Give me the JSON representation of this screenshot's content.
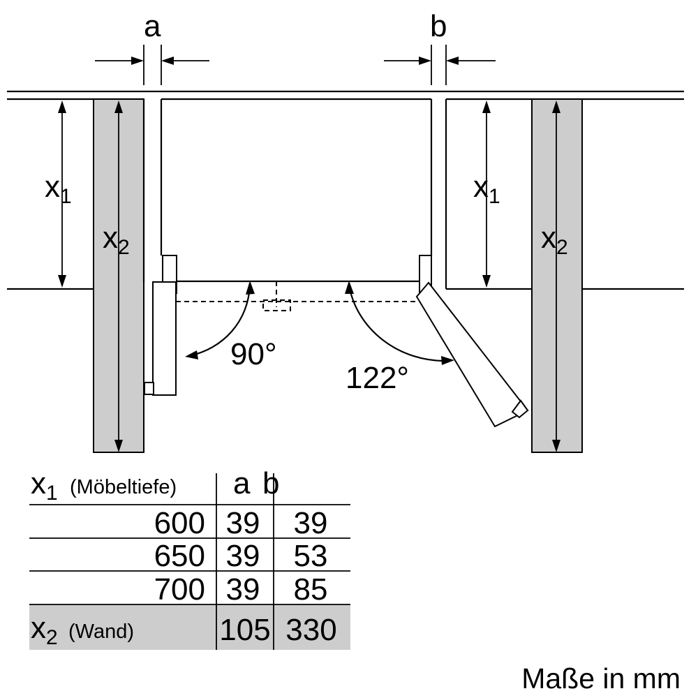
{
  "labels": {
    "a": "a",
    "b": "b",
    "x": "x",
    "sub1": "1",
    "sub2": "2",
    "angle_left": "90°",
    "angle_right": "122°"
  },
  "table": {
    "header_var": "x",
    "header_sub": "1",
    "header_desc": "(Möbeltiefe)",
    "header_a": "a",
    "header_b": "b",
    "rows": [
      {
        "x1": "600",
        "a": "39",
        "b": "39"
      },
      {
        "x1": "650",
        "a": "39",
        "b": "53"
      },
      {
        "x1": "700",
        "a": "39",
        "b": "85"
      }
    ],
    "wall_row": {
      "var": "x",
      "sub": "2",
      "desc": "(Wand)",
      "a": "105",
      "b": "330"
    }
  },
  "footnote": "Maße in mm",
  "colors": {
    "wall_fill": "#cdcdcd",
    "table_shade": "#cdcdcd",
    "line": "#000000"
  }
}
